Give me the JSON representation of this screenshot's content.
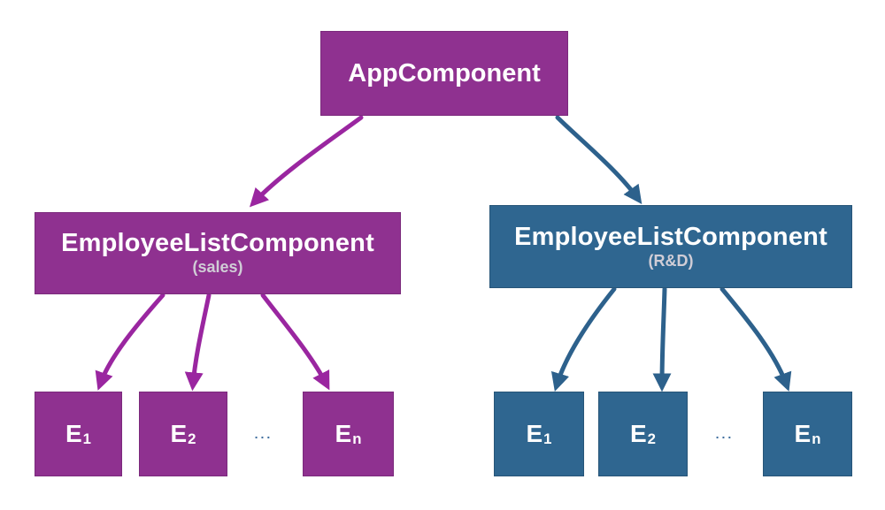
{
  "colors": {
    "background": "#ffffff",
    "purple_box": "#8f3190",
    "purple_arrow": "#9a26a0",
    "blue_box": "#2f6690",
    "blue_arrow": "#2d618c",
    "box_text": "#ffffff",
    "subtitle_text": "#d0cdd6",
    "ellipsis": "#3f6e9e"
  },
  "root": {
    "label": "AppComponent"
  },
  "branches": [
    {
      "label": "EmployeeListComponent",
      "sublabel": "(sales)",
      "ellipsis": "...",
      "children": [
        {
          "base": "E",
          "sub": "1"
        },
        {
          "base": "E",
          "sub": "2"
        },
        {
          "base": "E",
          "sub": "n"
        }
      ]
    },
    {
      "label": "EmployeeListComponent",
      "sublabel": "(R&D)",
      "ellipsis": "...",
      "children": [
        {
          "base": "E",
          "sub": "1"
        },
        {
          "base": "E",
          "sub": "2"
        },
        {
          "base": "E",
          "sub": "n"
        }
      ]
    }
  ]
}
